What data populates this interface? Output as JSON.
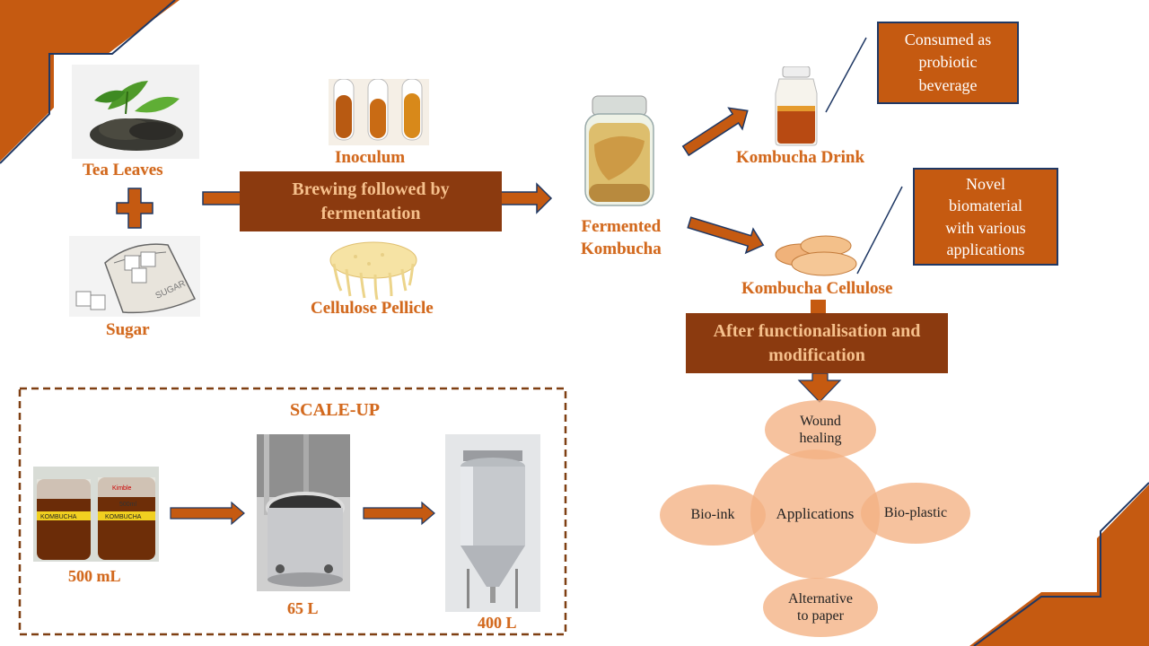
{
  "ingredients": {
    "tea_leaves": "Tea Leaves",
    "sugar": "Sugar",
    "inoculum": "Inoculum",
    "cellulose_pellicle": "Cellulose  Pellicle"
  },
  "process": {
    "brewing_line1": "Brewing followed by",
    "brewing_line2": "fermentation",
    "fermented_line1": "Fermented",
    "fermented_line2": "Kombucha",
    "kombucha_drink": "Kombucha Drink",
    "kombucha_cellulose": "Kombucha Cellulose",
    "functionalisation_line1": "After functionalisation and",
    "functionalisation_line2": "modification"
  },
  "notes": {
    "drink_line1": "Consumed as",
    "drink_line2": "probiotic",
    "drink_line3": "beverage",
    "cellulose_line1": "Novel",
    "cellulose_line2": "biomaterial",
    "cellulose_line3": "with various",
    "cellulose_line4": "applications"
  },
  "applications": {
    "center": "Applications",
    "wound_line1": "Wound",
    "wound_line2": "healing",
    "bio_ink": "Bio-ink",
    "bio_plastic": "Bio-plastic",
    "paper_line1": "Alternative",
    "paper_line2": "to paper"
  },
  "scale_up": {
    "title": "SCALE-UP",
    "vol_500": "500 mL",
    "vol_65": "65 L",
    "vol_400": "400 L",
    "bottle_label": "KOMBUCHA",
    "bottle_volume": "500ml",
    "bottle_brand": "Kimble",
    "sugar_bag_text": "SUGAR"
  },
  "colors": {
    "accent_orange": "#c55a11",
    "dark_brown": "#8b3a0f",
    "label_orange": "#d2691e",
    "circle_fill": "#f4b183",
    "note_border": "#203864"
  }
}
